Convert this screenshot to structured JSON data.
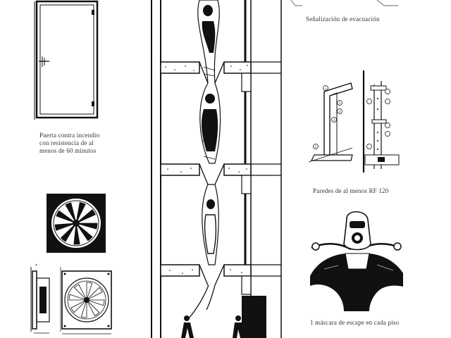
{
  "captions": {
    "door": [
      "Puerta contra incendio",
      "con resistencia de al",
      "menos de 60 minutos"
    ],
    "signage": "Señalización de evacuación",
    "walls": "Paredes de al menos RF 120",
    "mask": "1 máscara de escape en cada piso"
  },
  "callouts": [
    "1",
    "2",
    "3",
    "4",
    "5"
  ],
  "colors": {
    "ink": "#111111",
    "paper": "#ffffff",
    "caption": "#333333"
  }
}
